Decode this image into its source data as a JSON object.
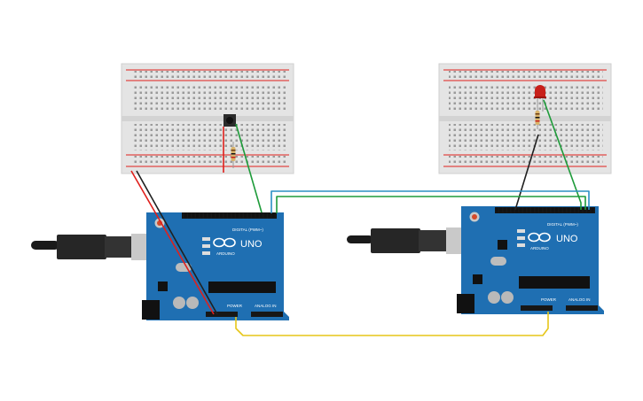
{
  "boards": {
    "left": {
      "brand": "UNO",
      "maker": "ARDUINO",
      "digital_label": "DIGITAL (PWM~)",
      "power_label": "POWER",
      "analog_label": "ANALOG IN"
    },
    "right": {
      "brand": "UNO",
      "maker": "ARDUINO",
      "digital_label": "DIGITAL (PWM~)",
      "power_label": "POWER",
      "analog_label": "ANALOG IN"
    }
  },
  "components": {
    "left_breadboard": [
      "pushbutton",
      "resistor"
    ],
    "right_breadboard": [
      "led",
      "resistor"
    ]
  },
  "colors": {
    "board": "#1f6fb2",
    "board_dark": "#16578c",
    "breadboard": "#e4e4e4",
    "wire_red": "#e0201c",
    "wire_black": "#202020",
    "wire_green": "#1e9b3a",
    "wire_blue": "#2a8fc4",
    "wire_yellow": "#e6c619",
    "led": "#c8201a"
  }
}
